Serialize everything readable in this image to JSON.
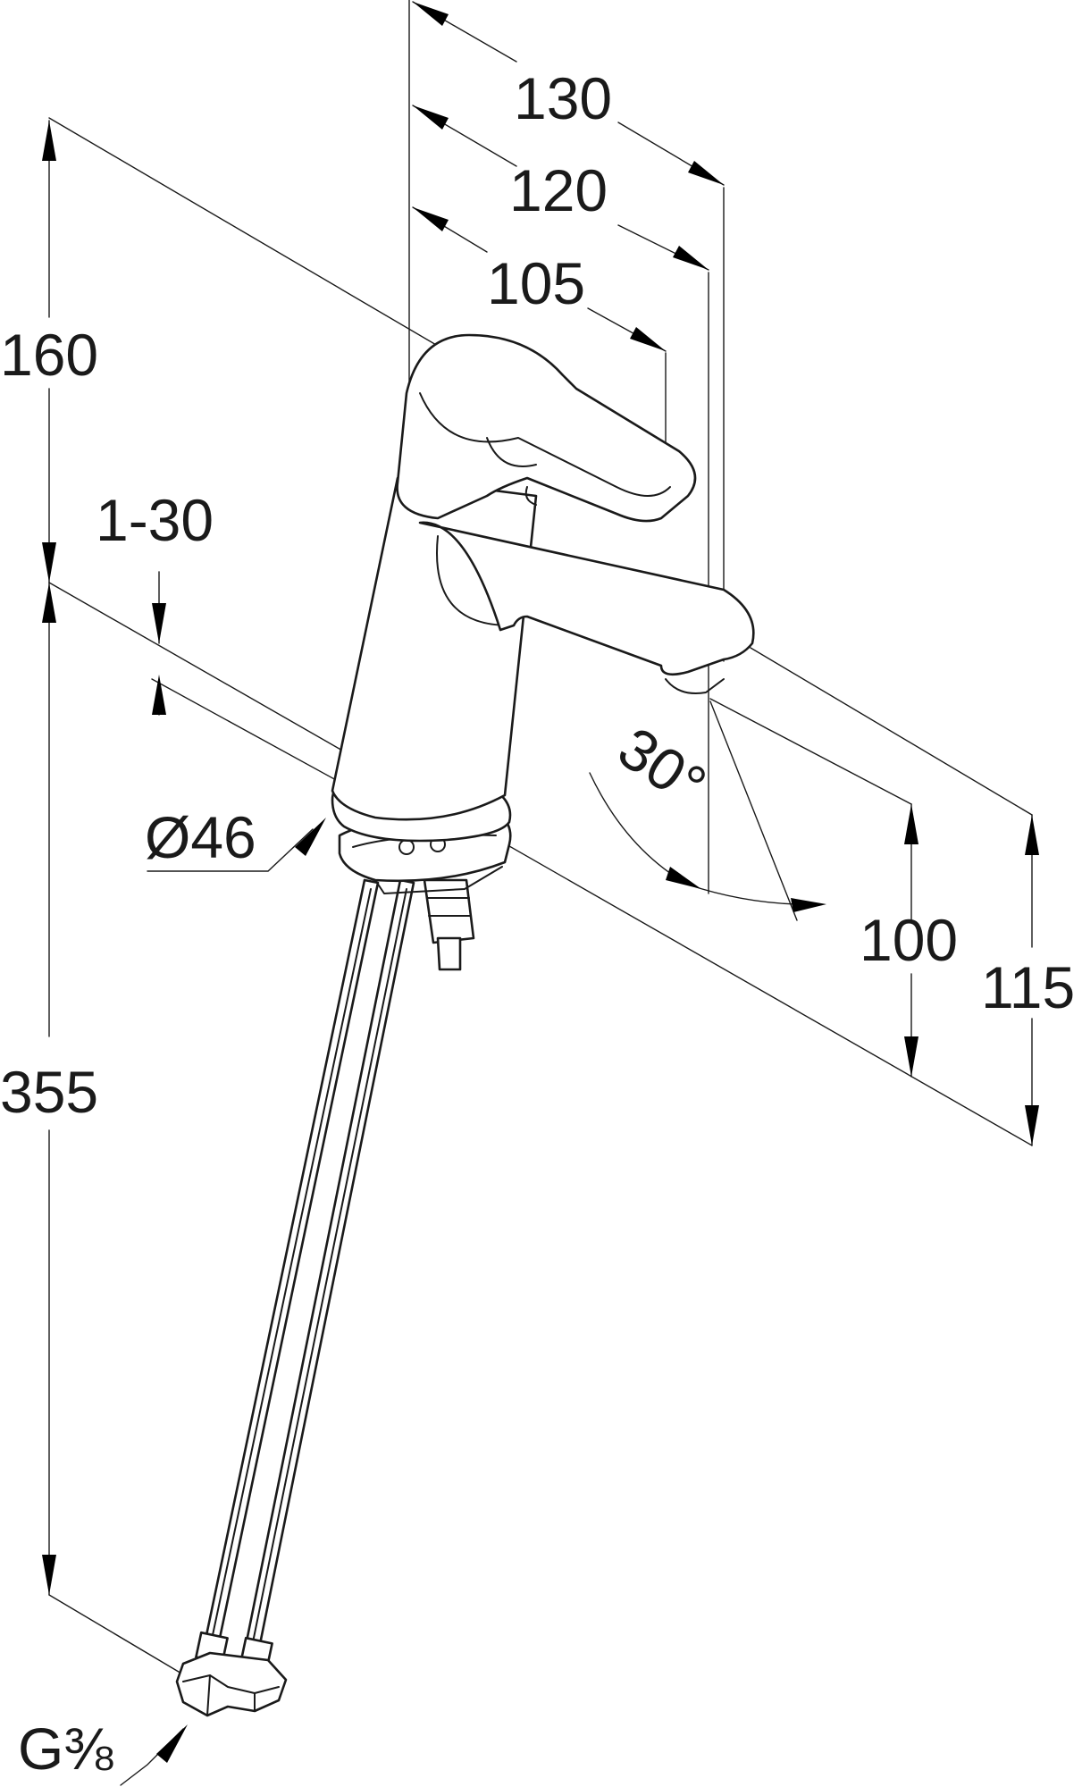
{
  "dimensions": {
    "width_130": "130",
    "width_120": "120",
    "width_105": "105",
    "height_160": "160",
    "thickness_range": "1-30",
    "diameter": "Ø46",
    "spout_angle": "30°",
    "height_100": "100",
    "height_115": "115",
    "hose_length": "355",
    "thread": "G⅜"
  },
  "colors": {
    "line": "#1a1a1a",
    "background": "#ffffff"
  }
}
